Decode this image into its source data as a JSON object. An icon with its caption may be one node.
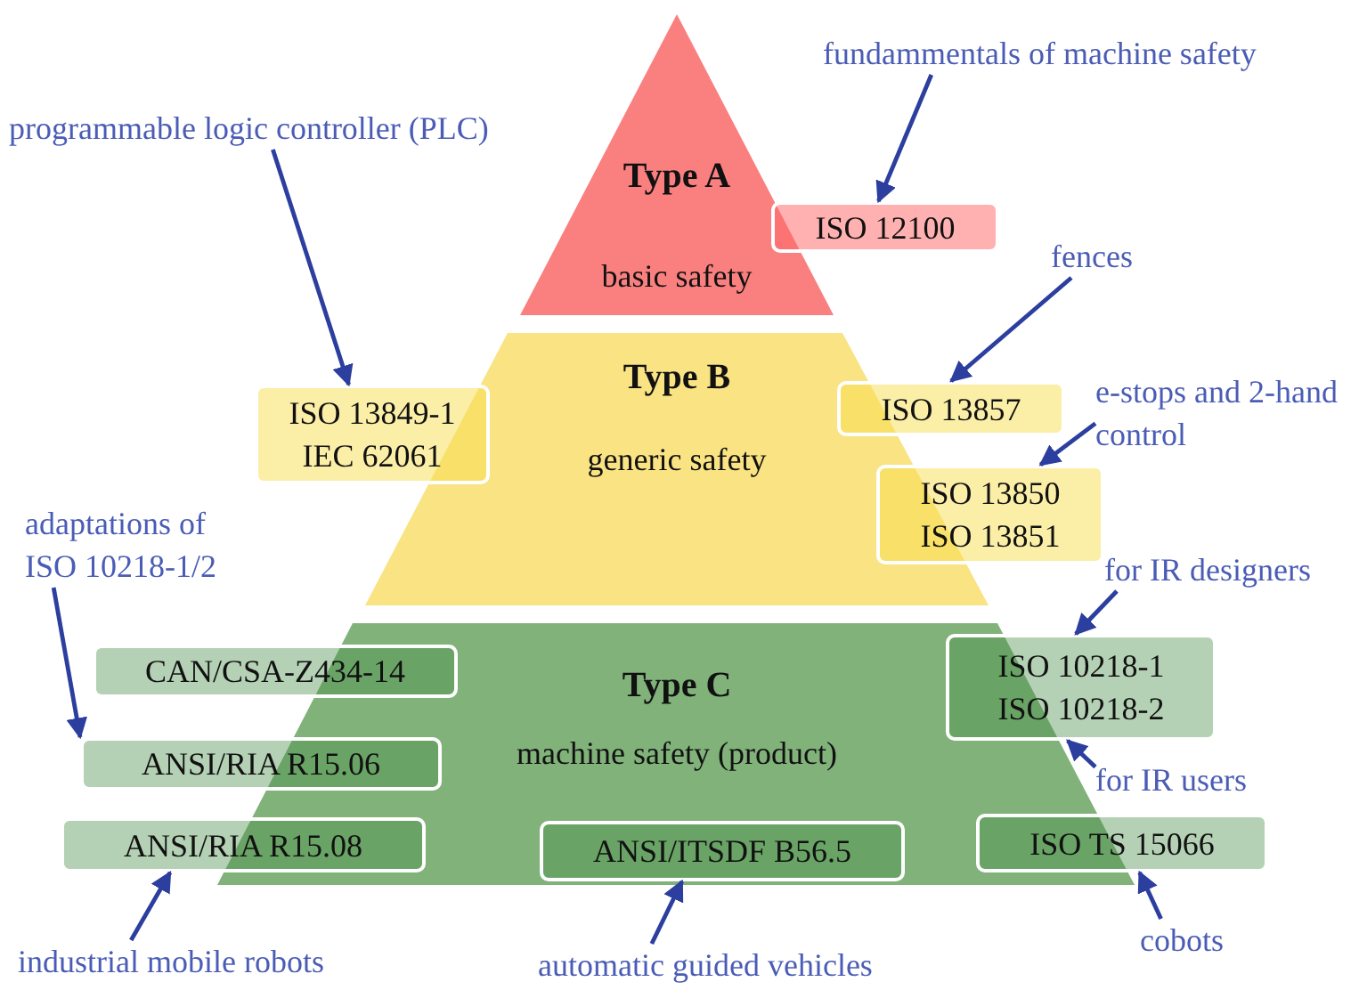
{
  "diagram": {
    "nodes": [
      {
        "text": [
          "Type A",
          "basic safety"
        ]
      },
      {
        "text": [
          "Type B",
          "generic safety"
        ]
      },
      {
        "text": [
          "Type C",
          "machine safety (product)"
        ]
      },
      {
        "text": [
          "ISO 12100"
        ]
      },
      {
        "text": [
          "ISO 13849-1",
          "IEC 62061"
        ]
      },
      {
        "text": [
          "ISO 13857"
        ]
      },
      {
        "text": [
          "ISO 13850",
          "ISO 13851"
        ]
      },
      {
        "text": [
          "CAN/CSA-Z434-14"
        ]
      },
      {
        "text": [
          "ANSI/RIA R15.06"
        ]
      },
      {
        "text": [
          "ANSI/RIA R15.08"
        ]
      },
      {
        "text": [
          "ANSI/ITSDF B56.5"
        ],
        "in": 2
      },
      {
        "text": [
          "ISO 10218-1",
          "ISO 10218-2"
        ]
      },
      {
        "text": [
          "ISO TS 15066"
        ]
      },
      {
        "text": [
          "fundammentals of machine safety"
        ]
      },
      {
        "text": [
          "programmable logic controller (PLC)"
        ]
      },
      {
        "text": [
          "fences"
        ]
      },
      {
        "text": [
          "e-stops and 2-hand control"
        ]
      },
      {
        "text": [
          "adaptations of ISO 10218-1/2"
        ]
      },
      {
        "text": [
          "for IR designers"
        ]
      },
      {
        "text": [
          "for IR users"
        ]
      },
      {
        "text": [
          "industrial mobile robots"
        ]
      },
      {
        "text": [
          "automatic guided vehicles"
        ]
      },
      {
        "text": [
          "cobots"
        ]
      }
    ],
    "edges": [
      {
        "from": 13,
        "to": 3,
        "arrow": "to"
      },
      {
        "from": 14,
        "to": 4,
        "arrow": "to"
      },
      {
        "from": 15,
        "to": 5,
        "arrow": "to"
      },
      {
        "from": 16,
        "to": 6,
        "arrow": "to"
      },
      {
        "from": 17,
        "to": 8,
        "arrow": "to"
      },
      {
        "from": 18,
        "to": 11,
        "arrow": "to"
      },
      {
        "from": 19,
        "to": 11,
        "arrow": "to"
      },
      {
        "from": 20,
        "to": 9,
        "arrow": "to"
      },
      {
        "from": 21,
        "to": 10,
        "arrow": "to"
      },
      {
        "from": 22,
        "to": 12,
        "arrow": "to"
      }
    ]
  }
}
